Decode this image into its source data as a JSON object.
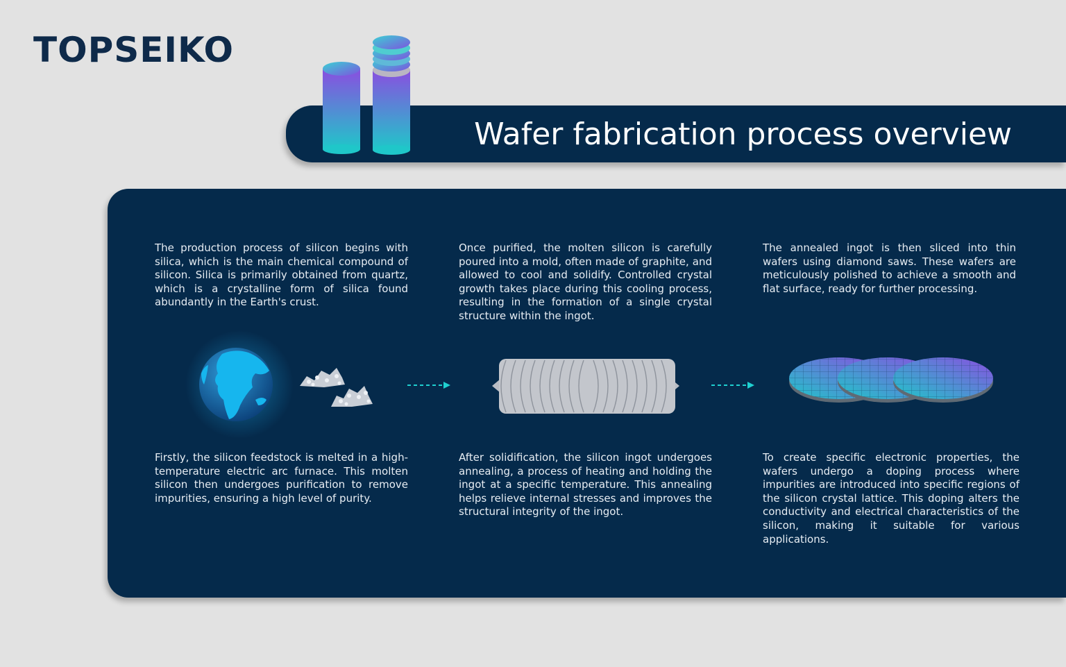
{
  "logo": {
    "text": "TOPSEIKO"
  },
  "header": {
    "title": "Wafer fabrication process overview"
  },
  "colors": {
    "navy": "#052a4b",
    "background": "#e2e2e2",
    "accent_cyan": "#1fc7c9",
    "accent_purple": "#8a4ee0",
    "globe_blue": "#1ca8e6"
  },
  "icons": {
    "cylinders": "silicon-cylinders-icon",
    "globe": "globe-icon",
    "crystals": "silicon-crystals-icon",
    "ingot": "silicon-ingot-icon",
    "wafers": "wafers-icon",
    "arrow": "dashed-arrow-icon"
  },
  "steps": [
    {
      "text": "The production process of silicon begins with silica, which is the main chemical compound of silicon. Silica is primarily obtained from quartz, which is a crystalline form of silica found abundantly in the Earth's crust."
    },
    {
      "text": "Once purified, the molten silicon is carefully poured into a mold, often made of graphite, and allowed to cool and solidify. Controlled crystal growth takes place during this cooling process, resulting in the formation of a single crystal structure within the ingot."
    },
    {
      "text": "The annealed ingot is then sliced into thin wafers using diamond saws. These wafers are meticulously polished to achieve a smooth and flat surface, ready for further processing."
    },
    {
      "text": "Firstly, the silicon feedstock is melted in a high-temperature electric arc furnace. This molten silicon then undergoes purification to remove impurities, ensuring a high level of purity."
    },
    {
      "text": "After solidification, the silicon ingot undergoes annealing, a process of heating and holding the ingot at a specific temperature. This annealing helps relieve internal stresses and improves the structural integrity of the ingot."
    },
    {
      "text": "To create specific electronic properties, the wafers undergo a doping process where impurities are introduced into specific regions of the silicon crystal lattice. This doping alters the conductivity and electrical characteristics of the silicon, making it suitable for various applications."
    }
  ]
}
